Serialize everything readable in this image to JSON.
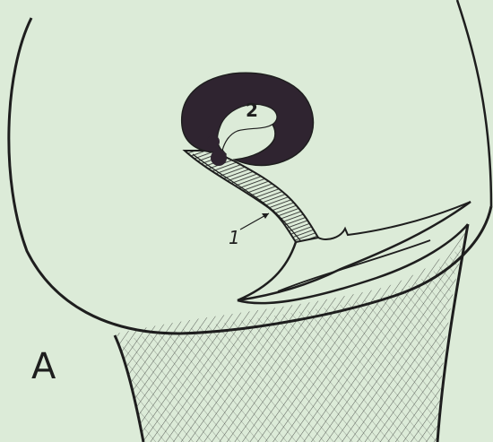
{
  "figure": {
    "panel_label": "A",
    "callouts": [
      {
        "id": "1",
        "text": "1"
      },
      {
        "id": "2",
        "text": "2"
      }
    ]
  },
  "colors": {
    "background": "#dcebd8",
    "ink": "#1e1e1e",
    "dark_fill": "#2f2430"
  }
}
